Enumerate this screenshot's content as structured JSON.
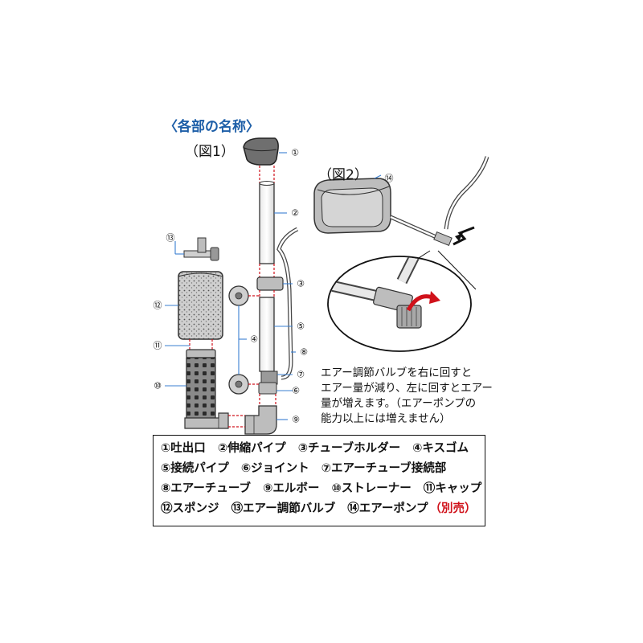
{
  "title": "〈各部の名称〉",
  "figure1_label": "（図1）",
  "figure2_label": "（図2）",
  "note_lines": [
    "エアー調節バルブを右に回すと",
    "エアー量が減り、左に回すとエアー",
    "量が増えます。（エアーポンプの",
    "能力以上には増えません）"
  ],
  "callouts": [
    "①",
    "②",
    "③",
    "④",
    "⑤",
    "⑥",
    "⑦",
    "⑧",
    "⑨",
    "⑩",
    "⑪",
    "⑫",
    "⑬",
    "⑭"
  ],
  "legend": {
    "rows": [
      [
        "①吐出口",
        "②伸縮パイプ",
        "③チューブホルダー",
        "④キスゴム"
      ],
      [
        "⑤接続パイプ",
        "⑥ジョイント",
        "⑦エアーチューブ接続部"
      ],
      [
        "⑧エアーチューブ",
        "⑨エルボー",
        "⑩ストレーナー",
        "⑪キャップ"
      ],
      [
        "⑫スポンジ",
        "⑬エアー調節バルブ",
        "⑭エアーポンプ"
      ]
    ],
    "sold_separately": "（別売）"
  },
  "colors": {
    "title": "#1e5fa8",
    "leader": "#3a7fd0",
    "dashed": "#d0121b",
    "accent_arrow": "#d0121b",
    "part_gray": "#bdbdbd",
    "dark_gray": "#6e6e6e"
  }
}
